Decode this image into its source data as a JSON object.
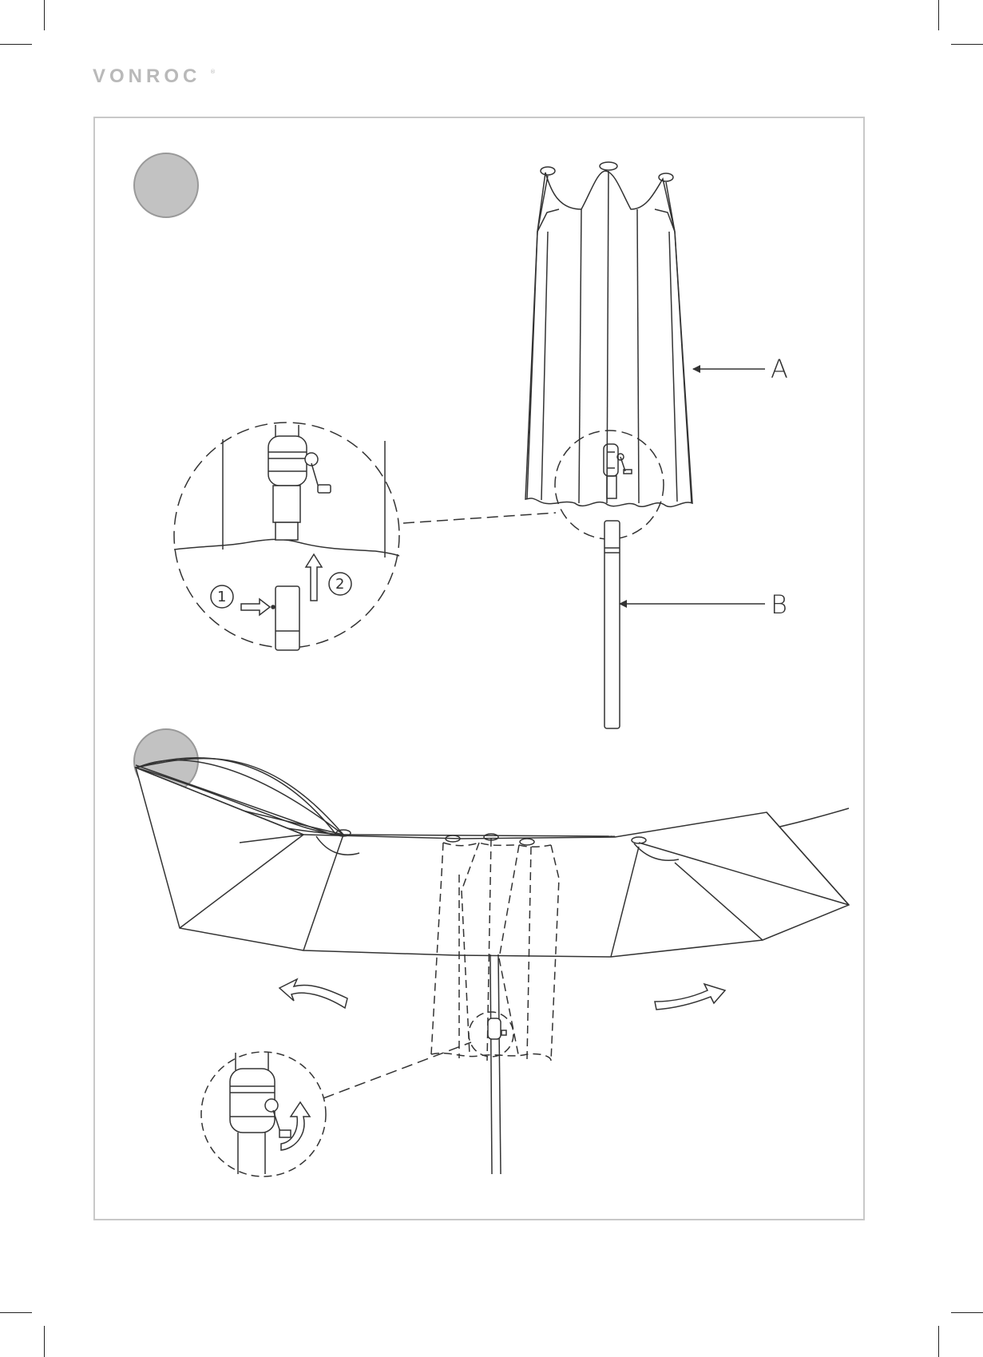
{
  "header": {
    "brand": "VONROC",
    "brand_mark": "®"
  },
  "steps": [
    {
      "callouts": [
        "A",
        "B"
      ],
      "detail_numbers": [
        "1",
        "2"
      ]
    },
    {
      "callouts": []
    }
  ],
  "colors": {
    "step_circle": "#c2c2c2",
    "frame": "#c8c8c8",
    "line": "#333333",
    "brand": "#b9b9b9"
  }
}
